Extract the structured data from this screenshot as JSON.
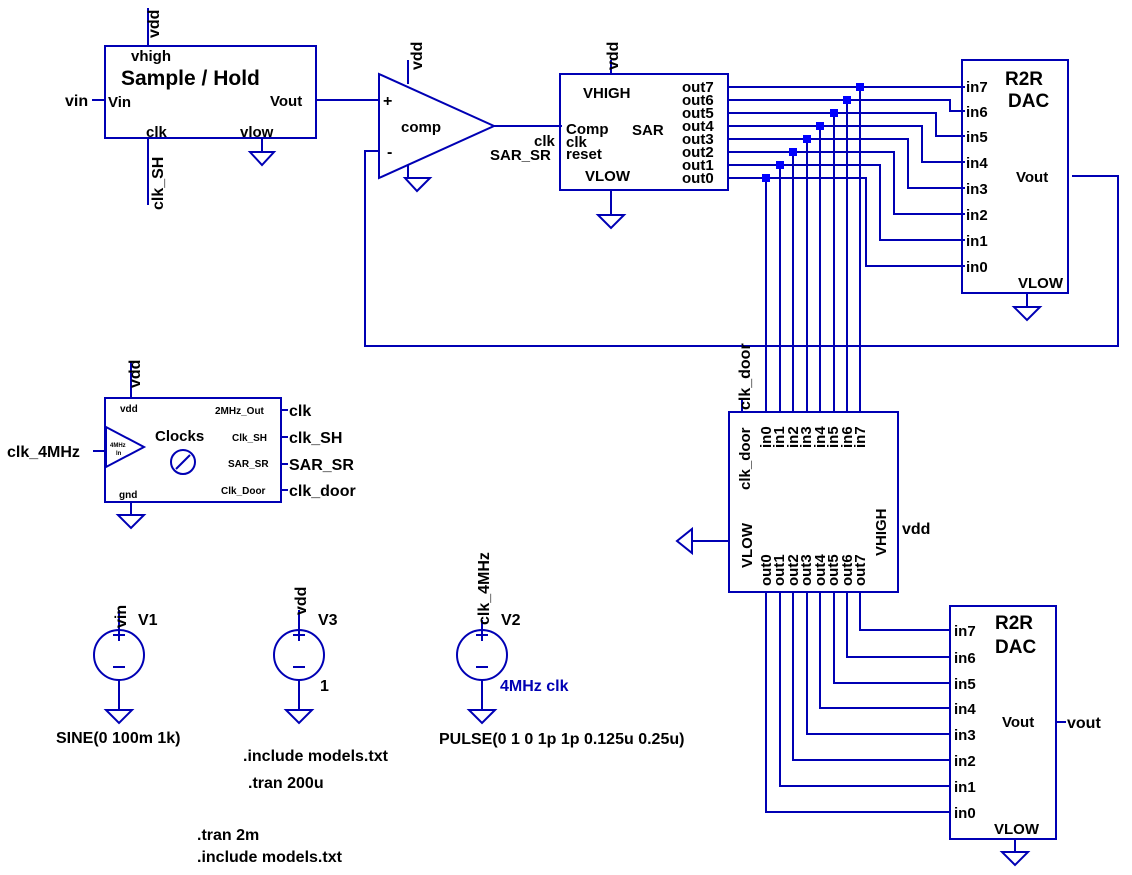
{
  "sample_hold": {
    "title": "Sample / Hold",
    "vhigh": "vhigh",
    "vin": "Vin",
    "vout": "Vout",
    "clk": "clk",
    "vlow": "vlow"
  },
  "comparator": {
    "label": "comp",
    "plus": "+",
    "minus": "-"
  },
  "sar": {
    "vhigh": "VHIGH",
    "comp": "Comp",
    "clk": "clk",
    "reset": "reset",
    "name": "SAR",
    "vlow": "VLOW",
    "outs": [
      "out7",
      "out6",
      "out5",
      "out4",
      "out3",
      "out2",
      "out1",
      "out0"
    ]
  },
  "dac1": {
    "title1": "R2R",
    "title2": "DAC",
    "ins": [
      "in7",
      "in6",
      "in5",
      "in4",
      "in3",
      "in2",
      "in1",
      "in0"
    ],
    "vout": "Vout",
    "vlow": "VLOW"
  },
  "dac2": {
    "title1": "R2R",
    "title2": "DAC",
    "ins": [
      "in7",
      "in6",
      "in5",
      "in4",
      "in3",
      "in2",
      "in1",
      "in0"
    ],
    "vout": "Vout",
    "vlow": "VLOW"
  },
  "latch": {
    "clk": "clk_door",
    "ins": [
      "in0",
      "in1",
      "in2",
      "in3",
      "in4",
      "in5",
      "in6",
      "in7"
    ],
    "outs": [
      "out0",
      "out1",
      "out2",
      "out3",
      "out4",
      "out5",
      "out6",
      "out7"
    ],
    "vlow": "VLOW",
    "vhigh": "VHIGH"
  },
  "clocks": {
    "title": "Clocks",
    "vdd": "vdd",
    "gnd": "gnd",
    "input_line1": "4MHz",
    "input_line2": "In",
    "pins": [
      "2MHz_Out",
      "Clk_SH",
      "SAR_SR",
      "Clk_Door"
    ]
  },
  "nets": {
    "vdd": "vdd",
    "vin": "vin",
    "clk": "clk",
    "clk_SH": "clk_SH",
    "SAR_SR": "SAR_SR",
    "clk_door": "clk_door",
    "clk_4MHz": "clk_4MHz",
    "vout": "vout"
  },
  "sources": [
    {
      "name": "V1",
      "net": "vin",
      "value": "SINE(0 100m 1k)"
    },
    {
      "name": "V3",
      "net": "vdd",
      "value": "1"
    },
    {
      "name": "V2",
      "net": "clk_4MHz",
      "value": "PULSE(0 1 0 1p 1p 0.125u 0.25u)",
      "comment": "4MHz clk"
    }
  ],
  "directives": [
    ".include models.txt",
    ".tran 200u",
    ".tran 2m",
    ".include models.txt"
  ],
  "colors": {
    "wire": "#0000b4",
    "junction": "#0000ff",
    "text": "#000000"
  }
}
